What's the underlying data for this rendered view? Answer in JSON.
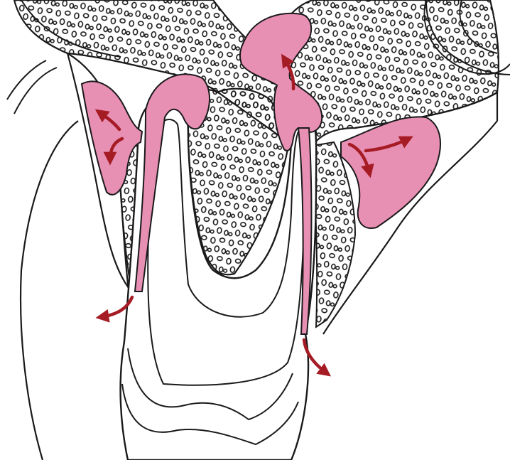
{
  "figure": {
    "colors": {
      "background": "#ffffff",
      "outline": "#1a1a1a",
      "infection": "#e88fb4",
      "arrow": "#a51c24"
    },
    "spread_arrows": [
      {
        "region": "left-cortical-plate",
        "direction": "up-left"
      },
      {
        "region": "left-cortical-plate",
        "direction": "down"
      },
      {
        "region": "maxillary-sinus-floor",
        "direction": "up"
      },
      {
        "region": "right-cortical-plate",
        "direction": "up-right"
      },
      {
        "region": "right-cortical-plate",
        "direction": "down"
      },
      {
        "region": "left-gingival-margin",
        "direction": "down-left"
      },
      {
        "region": "right-gingival-margin",
        "direction": "down-right"
      }
    ]
  }
}
